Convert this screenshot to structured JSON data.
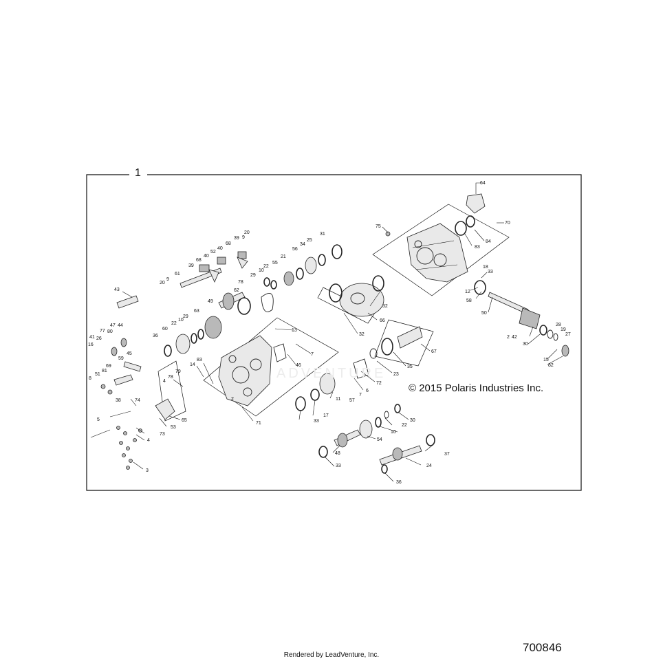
{
  "assembly_number": "1",
  "copyright": "© 2015 Polaris Industries Inc.",
  "drawing_number": "700846",
  "rendered_by": "Rendered by LeadVenture, Inc.",
  "watermark": "ADVENTURE",
  "callouts": [
    "64",
    "70",
    "75",
    "83",
    "84",
    "18",
    "33",
    "12",
    "58",
    "50",
    "28",
    "19",
    "27",
    "2",
    "42",
    "30",
    "15",
    "82",
    "20",
    "9",
    "68",
    "40",
    "39",
    "52",
    "61",
    "29",
    "10",
    "22",
    "21",
    "31",
    "34",
    "25",
    "56",
    "55",
    "78",
    "62",
    "49",
    "63",
    "8",
    "60",
    "36",
    "43",
    "47",
    "44",
    "77",
    "80",
    "41",
    "26",
    "16",
    "45",
    "59",
    "69",
    "81",
    "51",
    "13",
    "7",
    "46",
    "14",
    "79",
    "4",
    "38",
    "74",
    "5",
    "73",
    "3",
    "65",
    "53",
    "71",
    "32",
    "66",
    "35",
    "67",
    "23",
    "72",
    "6",
    "11",
    "57",
    "17",
    "48",
    "54",
    "37",
    "24"
  ]
}
